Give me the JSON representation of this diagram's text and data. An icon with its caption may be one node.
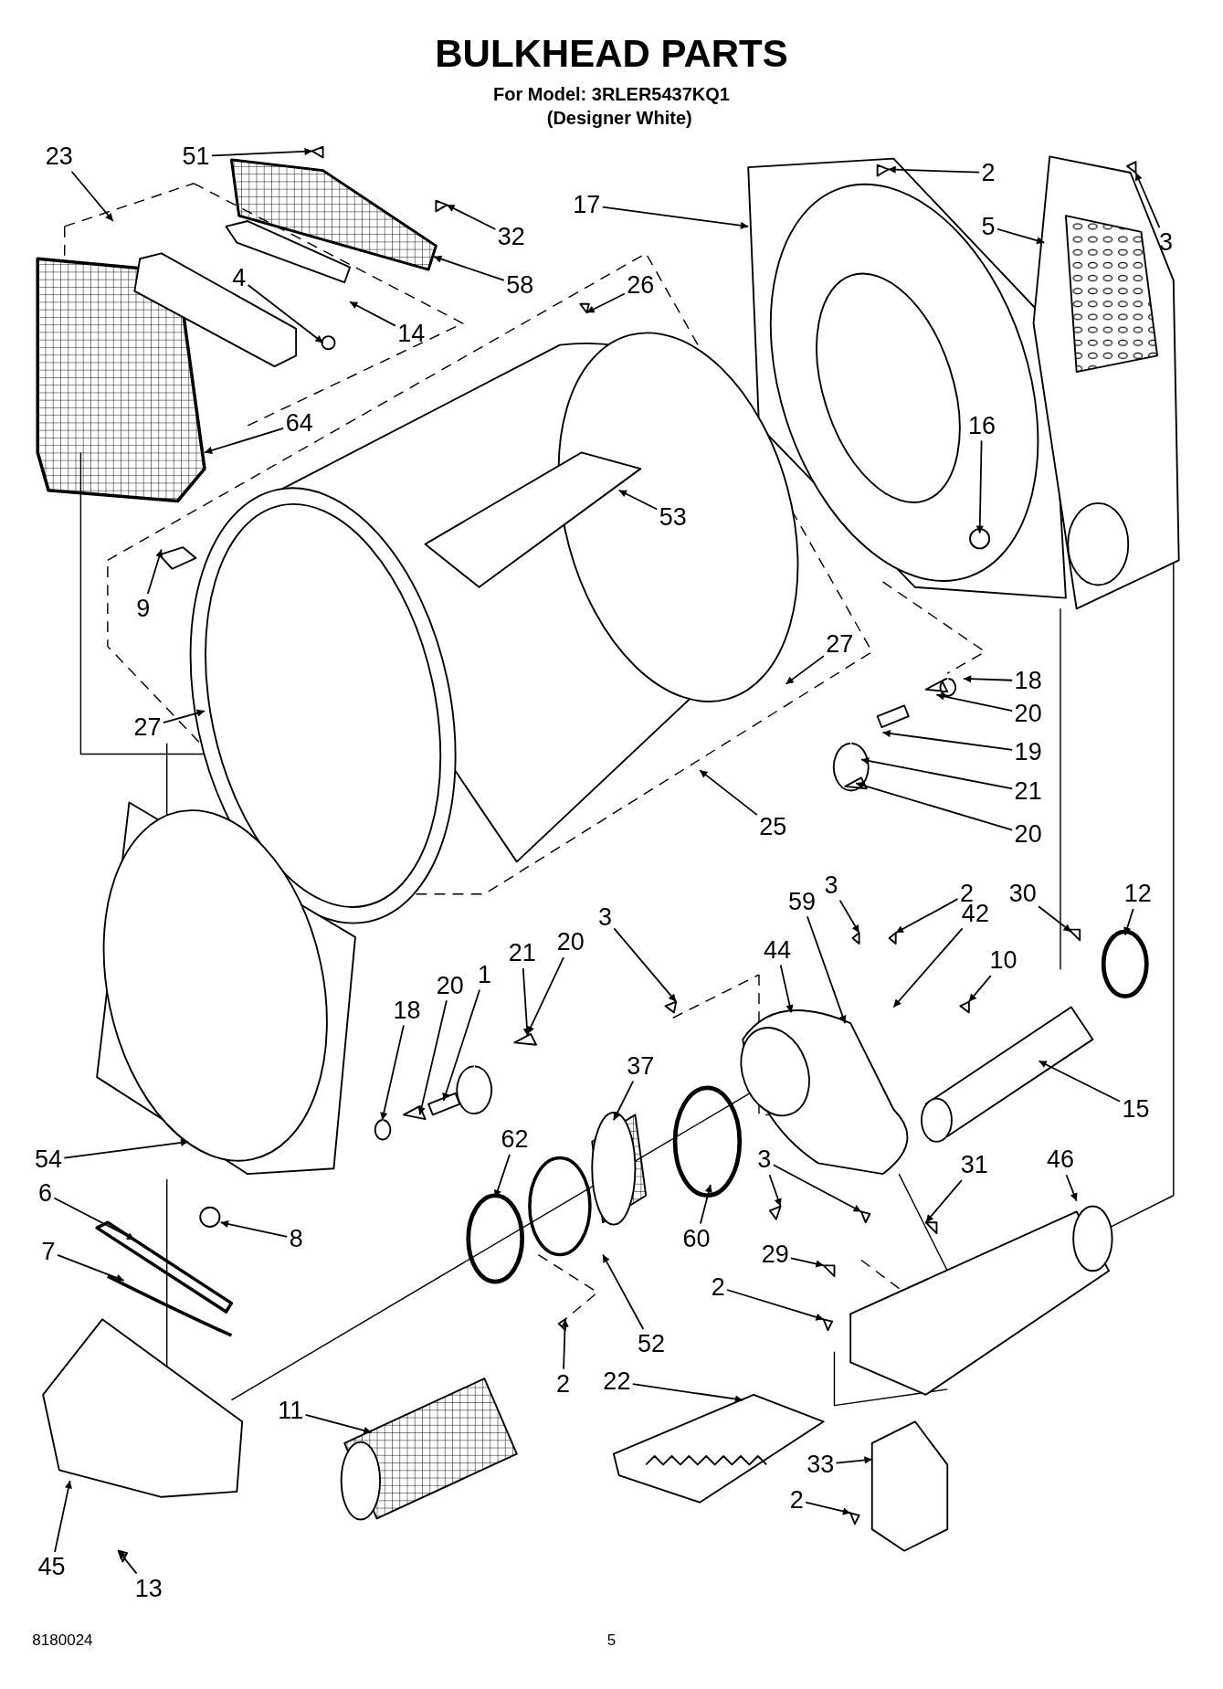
{
  "diagram": {
    "title": "BULKHEAD PARTS",
    "nodes": [
      {
        "text": [
          "23"
        ]
      },
      {
        "text": [
          "51"
        ]
      },
      {
        "text": [
          "2"
        ]
      },
      {
        "text": [
          "3"
        ]
      },
      {
        "text": [
          "17"
        ]
      },
      {
        "text": [
          "5"
        ]
      },
      {
        "text": [
          "32"
        ]
      },
      {
        "text": [
          "4"
        ]
      },
      {
        "text": [
          "58"
        ]
      },
      {
        "text": [
          "26"
        ]
      },
      {
        "text": [
          "14"
        ]
      },
      {
        "text": [
          "64"
        ]
      },
      {
        "text": [
          "16"
        ]
      },
      {
        "text": [
          "53"
        ]
      },
      {
        "text": [
          "9"
        ]
      },
      {
        "text": [
          "27"
        ]
      },
      {
        "text": [
          "18"
        ]
      },
      {
        "text": [
          "27"
        ]
      },
      {
        "text": [
          "20"
        ]
      },
      {
        "text": [
          "19"
        ]
      },
      {
        "text": [
          "25"
        ]
      },
      {
        "text": [
          "21"
        ]
      },
      {
        "text": [
          "20"
        ]
      },
      {
        "text": [
          "3"
        ]
      },
      {
        "text": [
          "2"
        ]
      },
      {
        "text": [
          "59"
        ]
      },
      {
        "text": [
          "30"
        ]
      },
      {
        "text": [
          "12"
        ]
      },
      {
        "text": [
          "3"
        ]
      },
      {
        "text": [
          "42"
        ]
      },
      {
        "text": [
          "20"
        ]
      },
      {
        "text": [
          "21"
        ]
      },
      {
        "text": [
          "1"
        ]
      },
      {
        "text": [
          "20"
        ]
      },
      {
        "text": [
          "44"
        ]
      },
      {
        "text": [
          "10"
        ]
      },
      {
        "text": [
          "18"
        ]
      },
      {
        "text": [
          "37"
        ]
      },
      {
        "text": [
          "15"
        ]
      },
      {
        "text": [
          "62"
        ]
      },
      {
        "text": [
          "54"
        ]
      },
      {
        "text": [
          "3"
        ]
      },
      {
        "text": [
          "46"
        ]
      },
      {
        "text": [
          "31"
        ]
      },
      {
        "text": [
          "6"
        ]
      },
      {
        "text": [
          "8"
        ]
      },
      {
        "text": [
          "60"
        ]
      },
      {
        "text": [
          "7"
        ]
      },
      {
        "text": [
          "29"
        ]
      },
      {
        "text": [
          "2"
        ]
      },
      {
        "text": [
          "52"
        ]
      },
      {
        "text": [
          "2"
        ]
      },
      {
        "text": [
          "22"
        ]
      },
      {
        "text": [
          "11"
        ]
      },
      {
        "text": [
          "33"
        ]
      },
      {
        "text": [
          "2"
        ]
      },
      {
        "text": [
          "45"
        ]
      },
      {
        "text": [
          "13"
        ]
      }
    ],
    "edges": [
      {
        "from": 0,
        "to": null,
        "arrow": "to"
      },
      {
        "from": 1,
        "to": null,
        "arrow": "to"
      },
      {
        "from": 2,
        "to": null,
        "arrow": "to"
      },
      {
        "from": 3,
        "to": null,
        "arrow": "to"
      },
      {
        "from": 4,
        "to": null,
        "arrow": "to"
      },
      {
        "from": 5,
        "to": null,
        "arrow": "to"
      },
      {
        "from": 6,
        "to": null,
        "arrow": "to"
      },
      {
        "from": 7,
        "to": null,
        "arrow": "to"
      },
      {
        "from": 8,
        "to": null,
        "arrow": "to"
      },
      {
        "from": 9,
        "to": null,
        "arrow": "to"
      },
      {
        "from": 10,
        "to": null,
        "arrow": "to"
      },
      {
        "from": 11,
        "to": null,
        "arrow": "to"
      },
      {
        "from": 12,
        "to": null,
        "arrow": "to"
      },
      {
        "from": 13,
        "to": null,
        "arrow": "to"
      },
      {
        "from": 14,
        "to": null,
        "arrow": "to"
      },
      {
        "from": 15,
        "to": null,
        "arrow": "to"
      },
      {
        "from": 16,
        "to": null,
        "arrow": "to"
      },
      {
        "from": 17,
        "to": null,
        "arrow": "to"
      },
      {
        "from": 18,
        "to": null,
        "arrow": "to"
      },
      {
        "from": 19,
        "to": null,
        "arrow": "to"
      },
      {
        "from": 20,
        "to": null,
        "arrow": "to"
      },
      {
        "from": 21,
        "to": null,
        "arrow": "to"
      },
      {
        "from": 22,
        "to": null,
        "arrow": "to"
      },
      {
        "from": 23,
        "to": null,
        "arrow": "to"
      },
      {
        "from": 24,
        "to": null,
        "arrow": "to"
      },
      {
        "from": 25,
        "to": null,
        "arrow": "to"
      },
      {
        "from": 26,
        "to": null,
        "arrow": "to"
      },
      {
        "from": 27,
        "to": null,
        "arrow": "to"
      },
      {
        "from": 28,
        "to": null,
        "arrow": "to"
      },
      {
        "from": 29,
        "to": null,
        "arrow": "to"
      },
      {
        "from": 30,
        "to": null,
        "arrow": "to"
      },
      {
        "from": 31,
        "to": null,
        "arrow": "to"
      },
      {
        "from": 32,
        "to": null,
        "arrow": "to"
      },
      {
        "from": 33,
        "to": null,
        "arrow": "to"
      },
      {
        "from": 34,
        "to": null,
        "arrow": "to"
      },
      {
        "from": 35,
        "to": null,
        "arrow": "to"
      },
      {
        "from": 36,
        "to": null,
        "arrow": "to"
      },
      {
        "from": 37,
        "to": null,
        "arrow": "to"
      },
      {
        "from": 38,
        "to": null,
        "arrow": "to"
      },
      {
        "from": 39,
        "to": null,
        "arrow": "to"
      },
      {
        "from": 40,
        "to": null,
        "arrow": "to"
      },
      {
        "from": 41,
        "to": null,
        "arrow": "to"
      },
      {
        "from": 41,
        "to": null,
        "arrow": "to"
      },
      {
        "from": 42,
        "to": null,
        "arrow": "to"
      },
      {
        "from": 43,
        "to": null,
        "arrow": "to"
      },
      {
        "from": 44,
        "to": null,
        "arrow": "to"
      },
      {
        "from": 45,
        "to": null,
        "arrow": "to"
      },
      {
        "from": 46,
        "to": null,
        "arrow": "to"
      },
      {
        "from": 47,
        "to": null,
        "arrow": "to"
      },
      {
        "from": 48,
        "to": null,
        "arrow": "to"
      },
      {
        "from": 49,
        "to": null,
        "arrow": "to"
      },
      {
        "from": 50,
        "to": null,
        "arrow": "to"
      },
      {
        "from": 51,
        "to": null,
        "arrow": "to"
      },
      {
        "from": 52,
        "to": null,
        "arrow": "to"
      },
      {
        "from": 53,
        "to": null,
        "arrow": "to"
      },
      {
        "from": 54,
        "to": null,
        "arrow": "to"
      },
      {
        "from": 55,
        "to": null,
        "arrow": "to"
      },
      {
        "from": 56,
        "to": null,
        "arrow": "to"
      },
      {
        "from": 57,
        "to": null,
        "arrow": "to"
      }
    ],
    "labels": [
      "For Model: 3RLER5437KQ1",
      "(Designer White)",
      "8180024",
      "5"
    ]
  }
}
